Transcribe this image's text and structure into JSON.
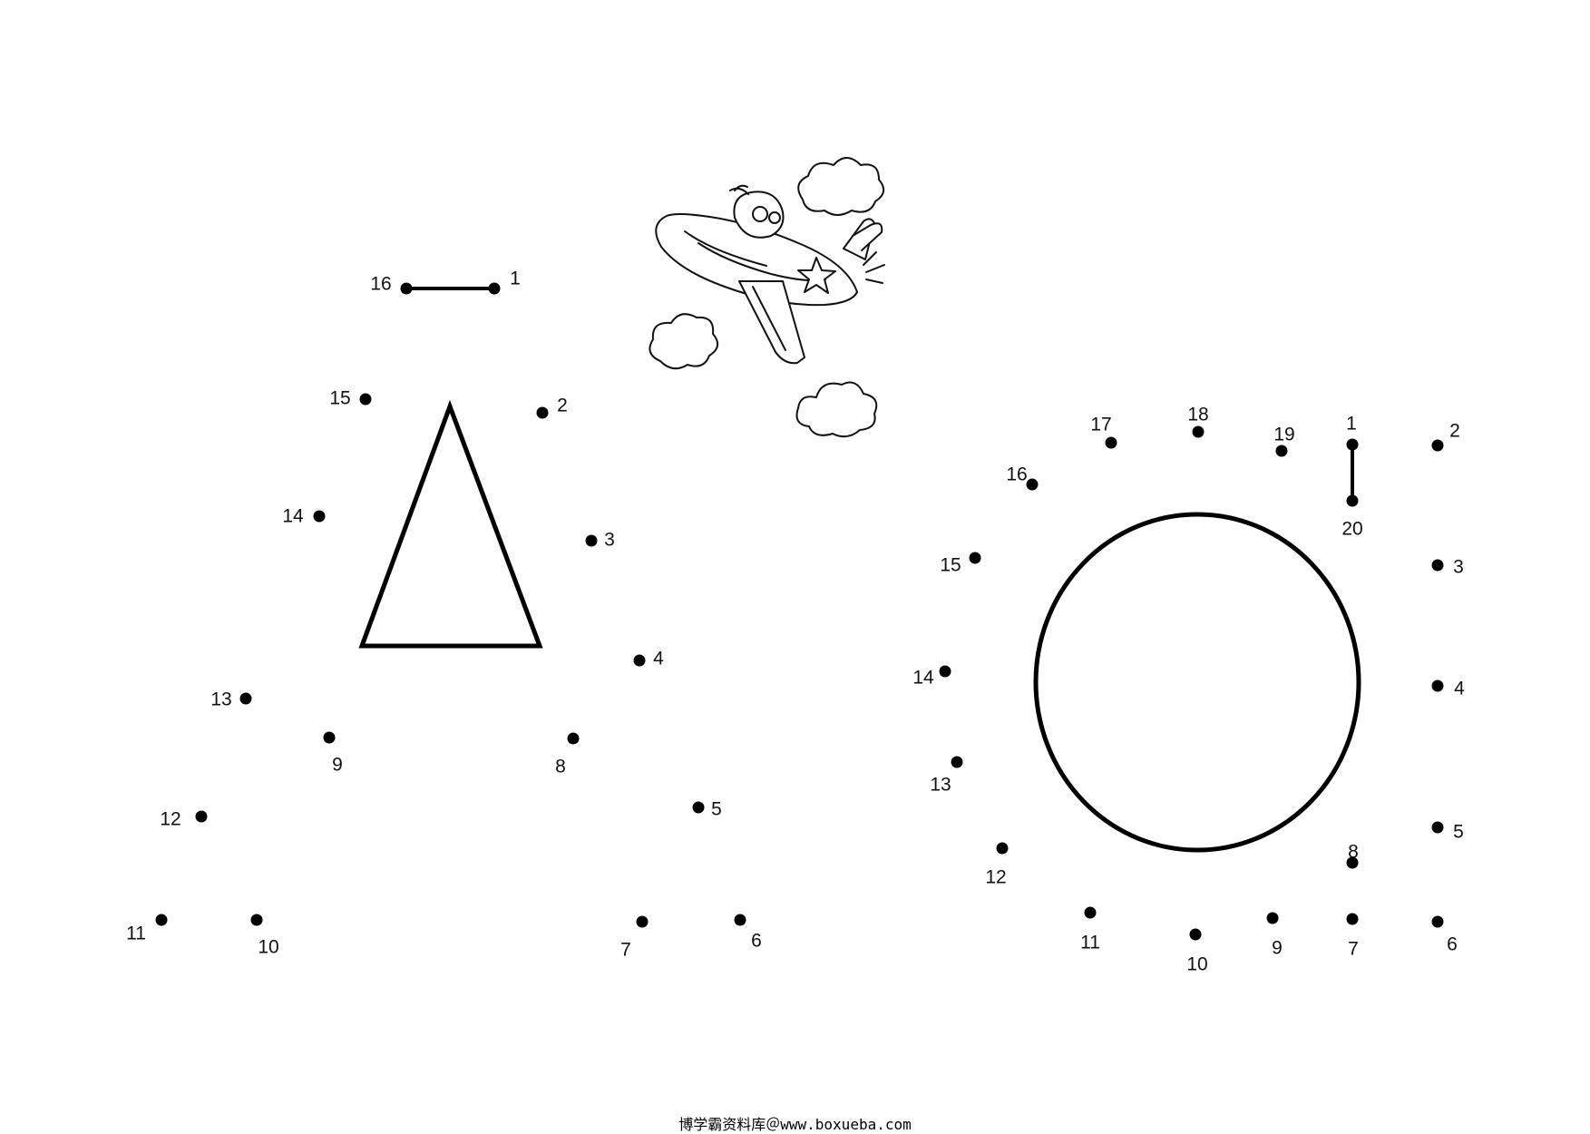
{
  "footer": {
    "text": "博学霸资料库＠www.boxueba.com"
  },
  "left_puzzle": {
    "shape": "triangle",
    "numbers": [
      "1",
      "2",
      "3",
      "4",
      "5",
      "6",
      "7",
      "8",
      "9",
      "10",
      "11",
      "12",
      "13",
      "14",
      "15",
      "16"
    ]
  },
  "right_puzzle": {
    "shape": "circle",
    "numbers": [
      "1",
      "2",
      "3",
      "4",
      "5",
      "6",
      "7",
      "8",
      "9",
      "10",
      "11",
      "12",
      "13",
      "14",
      "15",
      "16",
      "17",
      "18",
      "19",
      "20"
    ]
  },
  "illustration": {
    "icon": "airplane-with-clouds-icon"
  }
}
